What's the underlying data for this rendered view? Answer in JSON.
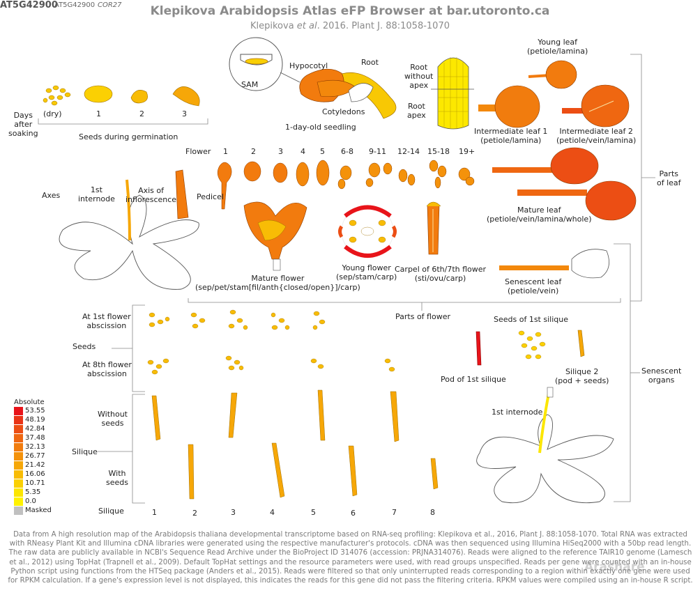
{
  "header": {
    "gene_id": "AT5G42900",
    "gene_id_small": "AT5G42900",
    "gene_alias": "COR27",
    "title": "Klepikova Arabidopsis Atlas eFP Browser at bar.utoronto.ca",
    "citation_author": "Klepikova ",
    "citation_etal": "et al",
    "citation_rest": ". 2016. Plant J. 88:1058-1070"
  },
  "labels": {
    "sam": "SAM",
    "hypocotyl": "Hypocotyl",
    "root": "Root",
    "cotyledons": "Cotyledons",
    "seedling": "1-day-old seedling",
    "root_without_apex": "Root\nwithout\napex",
    "root_apex": "Root\napex",
    "young_leaf": "Young leaf\n(petiole/lamina)",
    "intermediate_leaf_1": "Intermediate leaf 1\n(petiole/lamina)",
    "intermediate_leaf_2": "Intermediate leaf 2\n(petiole/vein/lamina)",
    "days_after_soaking": "Days\nafter\nsoaking",
    "dry": "(dry)",
    "day1": "1",
    "day2": "2",
    "day3": "3",
    "seeds_germination": "Seeds during germination",
    "flower": "Flower",
    "flower_stages": [
      "1",
      "2",
      "3",
      "4",
      "5",
      "6-8",
      "9-11",
      "12-14",
      "15-18",
      "19+"
    ],
    "axes": "Axes",
    "first_internode": "1st\ninternode",
    "axis_of_inflorescence": "Axis of\ninflorescence",
    "pedicel": "Pedicel",
    "parts_of_leaf": "Parts\nof leaf",
    "mature_leaf": "Mature leaf\n(petiole/vein/lamina/whole)",
    "mature_flower": "Mature flower\n(sep/pet/stam[fil/anth{closed/open}]/carp)",
    "young_flower": "Young flower\n(sep/stam/carp)",
    "carpel": "Carpel of 6th/7th flower\n(sti/ovu/carp)",
    "senescent_leaf": "Senescent leaf\n(petiole/vein)",
    "parts_of_flower": "Parts of flower",
    "at_1st_flower_abscission": "At 1st flower\nabscission",
    "seeds": "Seeds",
    "at_8th_flower_abscission": "At 8th flower\nabscission",
    "seeds_of_1st_silique": "Seeds of 1st silique",
    "pod_of_1st_silique": "Pod of 1st silique",
    "silique_2": "Silique 2\n(pod + seeds)",
    "senescent_organs": "Senescent\norgans",
    "without_seeds": "Without\nseeds",
    "silique": "Silique",
    "with_seeds": "With\nseeds",
    "first_internode_senescent": "1st internode",
    "silique_bottom": "Silique",
    "silique_numbers": [
      "1",
      "2",
      "3",
      "4",
      "5",
      "6",
      "7",
      "8"
    ]
  },
  "legend": {
    "title": "Absolute",
    "entries": [
      {
        "label": "53.55",
        "color": "#e8141a"
      },
      {
        "label": "48.19",
        "color": "#e93417"
      },
      {
        "label": "42.84",
        "color": "#ec4e14"
      },
      {
        "label": "37.48",
        "color": "#ef6711"
      },
      {
        "label": "32.13",
        "color": "#f17c0e"
      },
      {
        "label": "26.77",
        "color": "#f4920b"
      },
      {
        "label": "21.42",
        "color": "#f6a708"
      },
      {
        "label": "16.06",
        "color": "#f8bc05"
      },
      {
        "label": "10.71",
        "color": "#fad003"
      },
      {
        "label": "5.35",
        "color": "#fce600"
      },
      {
        "label": "0.0",
        "color": "#fff200"
      },
      {
        "label": "Masked",
        "color": "#c0c0c0"
      }
    ]
  },
  "footer_text": "Data from A high resolution map of the Arabidopsis thaliana developmental transcriptome based on RNA-seq profiling: Klepikova et al., 2016, Plant J. 88:1058-1070. Total RNA was extracted with RNeasy Plant Kit and Illumina cDNA libraries were generated using the respective manufacturer's protocols. cDNA was then sequenced using Illumina HiSeq2000 with a 50bp read length. The raw data are publicly available in NCBI's Sequence Read Archive under the BioProject ID 314076 (accession: PRJNA314076). Reads were aligned to the reference TAIR10 genome (Lamesch et al., 2012) using TopHat (Trapnell et al., 2009). Default TopHat settings and the resource parameters were used, with read groups unspecified. Reads per gene were counted with an in-house Python script using functions from the HTSeq package (Anders et al., 2015). Reads were filtered so that only uninterrupted reads corresponding to a region within exactly one gene were used for RPKM calculation. If a gene's expression level is not displayed, this indicates the reads for this gene did not pass the filtering criteria. RPKM values were compiled using an in-house R script.",
  "watermark": "Arashare"
}
